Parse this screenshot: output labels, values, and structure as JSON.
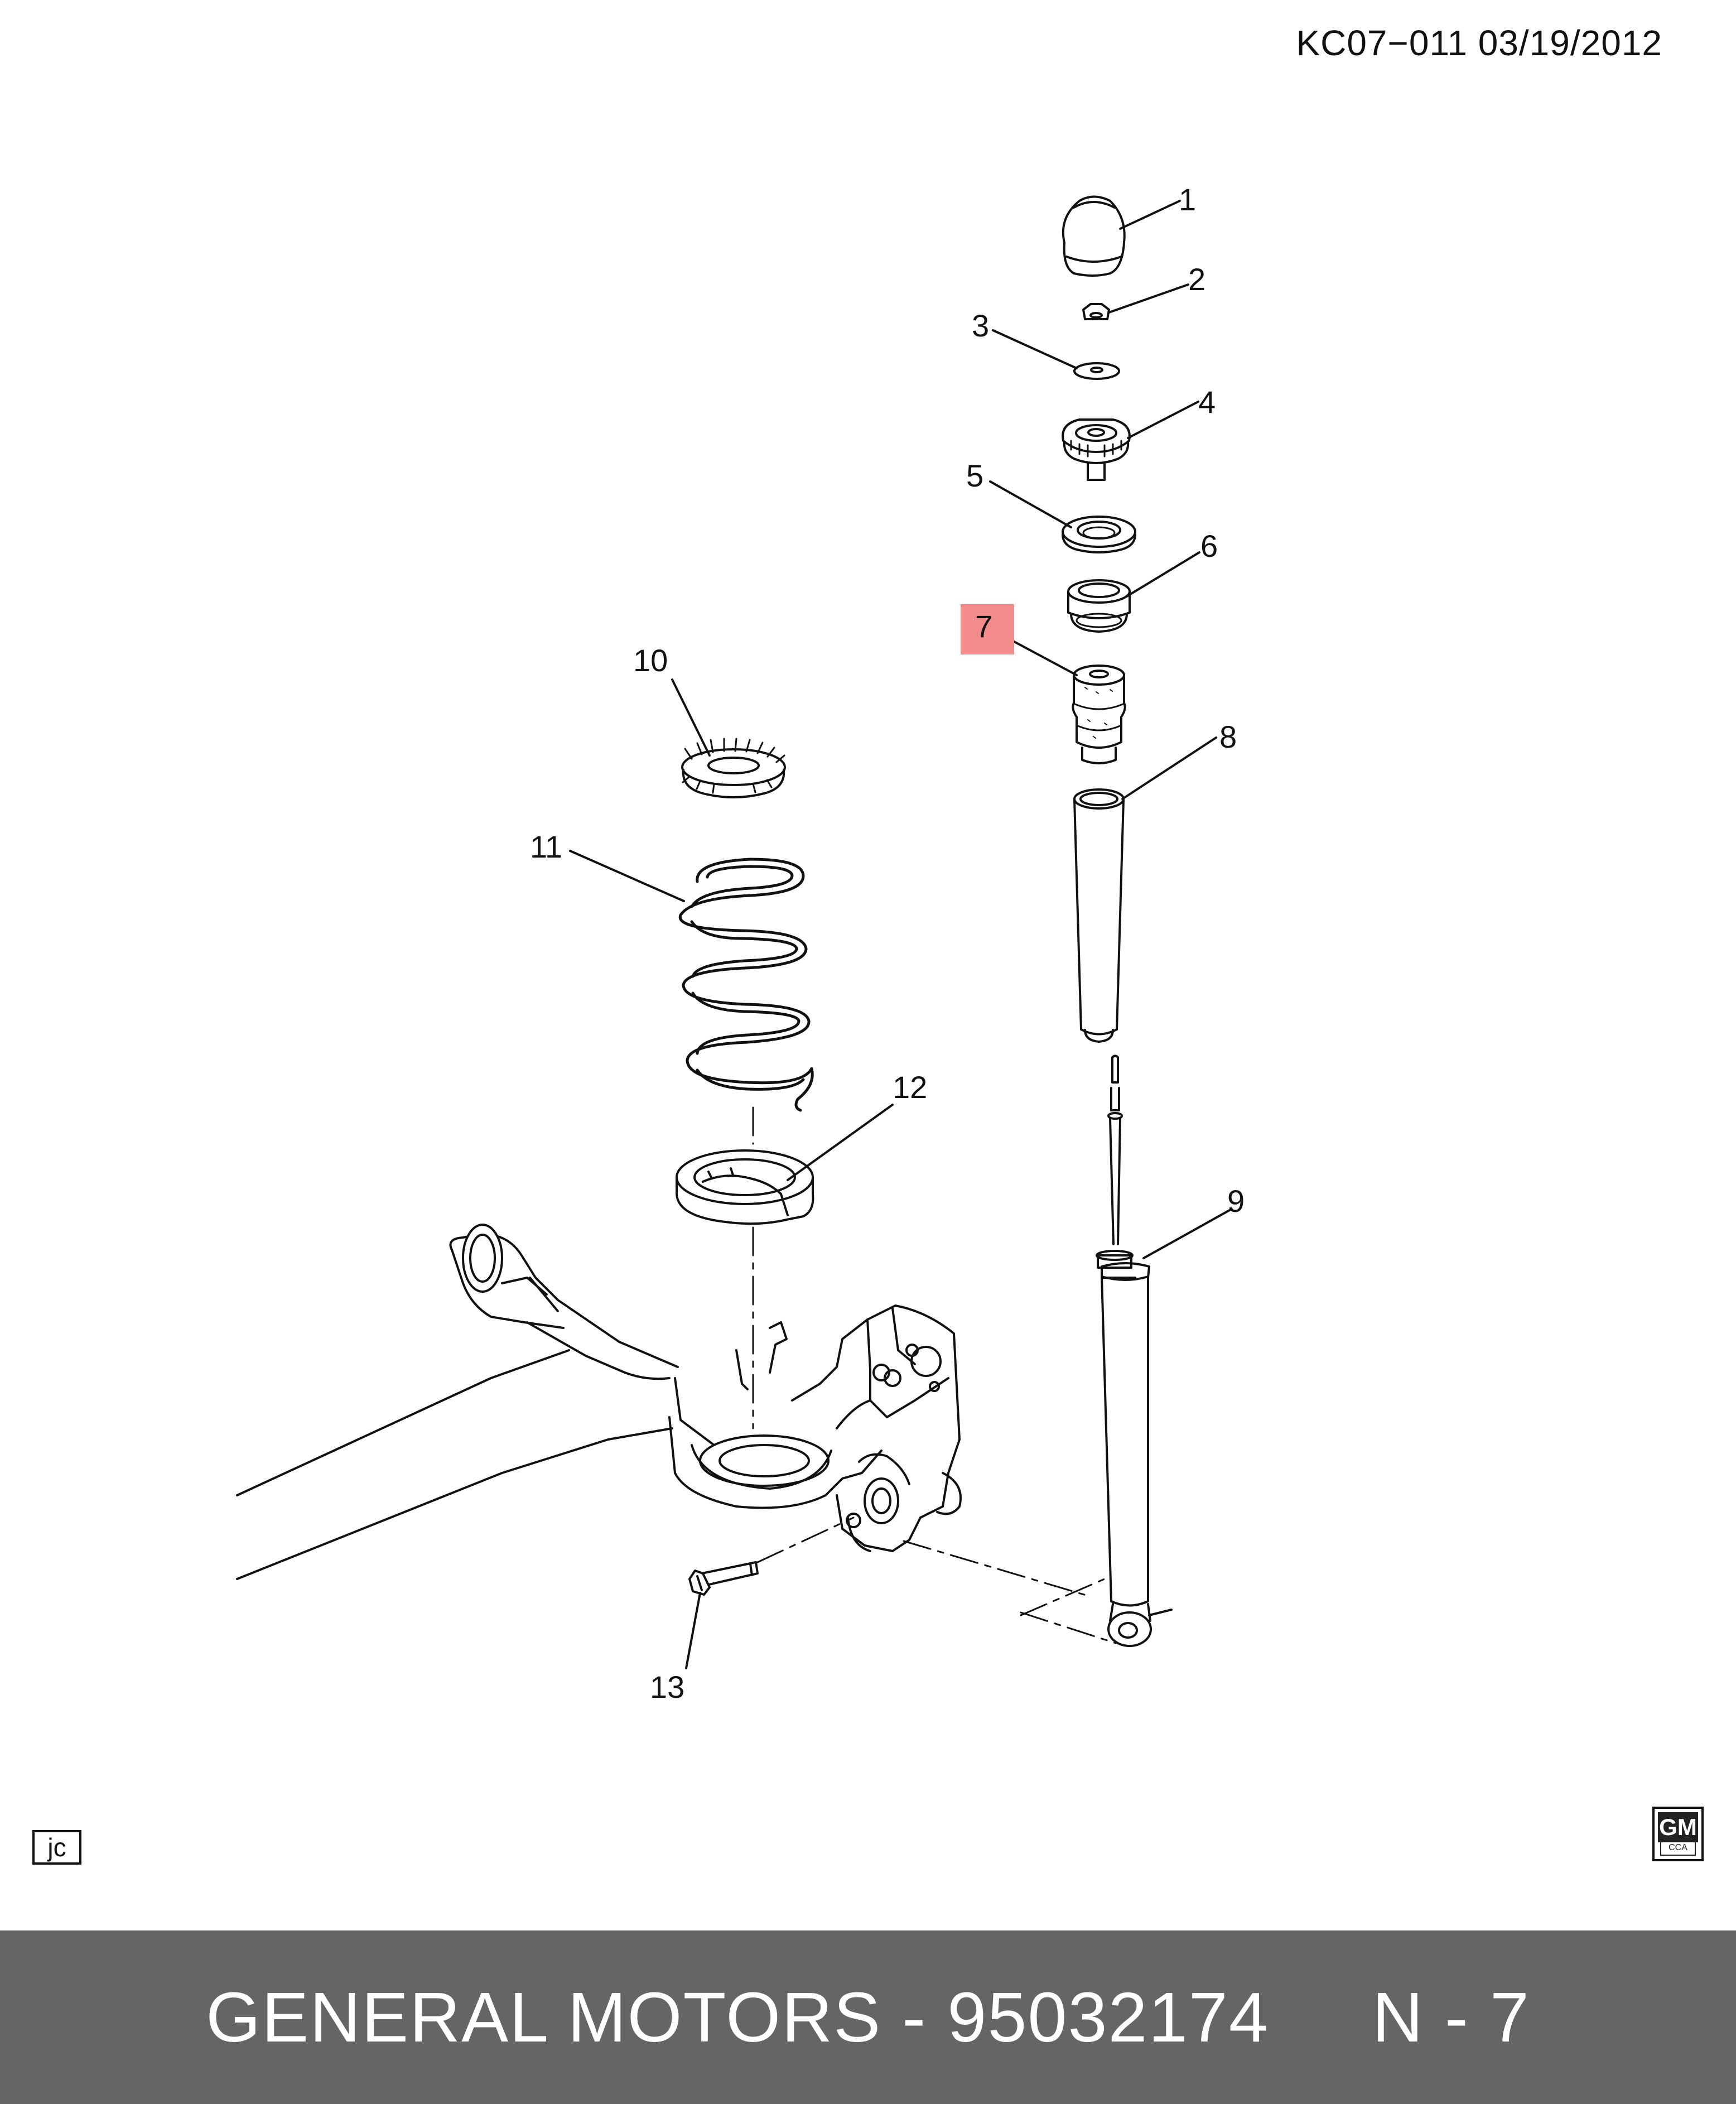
{
  "header": {
    "code": "KC07−011  03/19/2012"
  },
  "callouts": [
    {
      "id": "1",
      "label": "1",
      "highlighted": false
    },
    {
      "id": "2",
      "label": "2",
      "highlighted": false
    },
    {
      "id": "3",
      "label": "3",
      "highlighted": false
    },
    {
      "id": "4",
      "label": "4",
      "highlighted": false
    },
    {
      "id": "5",
      "label": "5",
      "highlighted": false
    },
    {
      "id": "6",
      "label": "6",
      "highlighted": false
    },
    {
      "id": "7",
      "label": "7",
      "highlighted": true
    },
    {
      "id": "8",
      "label": "8",
      "highlighted": false
    },
    {
      "id": "9",
      "label": "9",
      "highlighted": false
    },
    {
      "id": "10",
      "label": "10",
      "highlighted": false
    },
    {
      "id": "11",
      "label": "11",
      "highlighted": false
    },
    {
      "id": "12",
      "label": "12",
      "highlighted": false
    },
    {
      "id": "13",
      "label": "13",
      "highlighted": false
    }
  ],
  "highlight_color": "#f28b8b",
  "corner_marks": {
    "stamp": "jc",
    "logo_text": "GM",
    "logo_subtext": "CCA"
  },
  "footer": {
    "text": "GENERAL MOTORS - 95032174     N - 7",
    "background": "#656565",
    "color": "#ffffff"
  }
}
